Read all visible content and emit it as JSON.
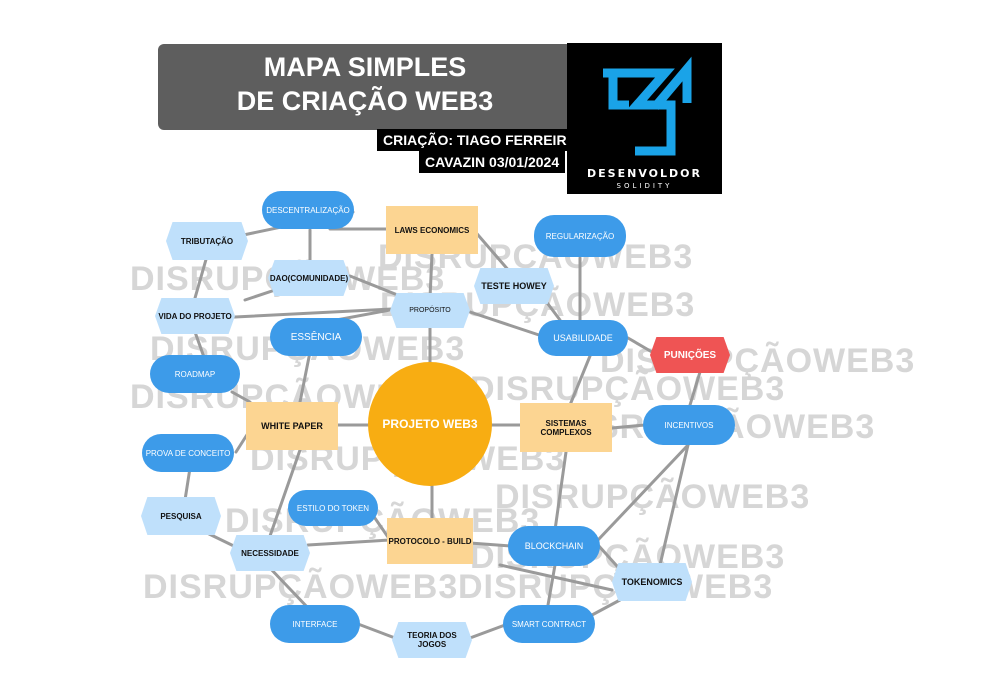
{
  "header": {
    "title_line1": "MAPA SIMPLES",
    "title_line2": "DE CRIAÇÃO WEB3",
    "credit_line1": "CRIAÇÃO: TIAGO FERREIRA",
    "credit_line2": "CAVAZIN 03/01/2024"
  },
  "logo": {
    "name": "DESENVOLDOR",
    "sub": "SOLIDITY",
    "color": "#1aa3e8"
  },
  "watermark": "DISRUPÇÃOWEB3",
  "nodes": {
    "descentralizacao": "DESCENTRALIZAÇÃO",
    "laws_economics": "LAWS ECONOMICS",
    "regularizacao": "REGULARIZAÇÃO",
    "tributacao": "TRIBUTAÇÃO",
    "dao": "DAO(COMUNIDADE)",
    "teste_howey": "TESTE HOWEY",
    "vida_projeto": "VIDA DO PROJETO",
    "proposito": "PROPÓSITO",
    "essencia": "ESSÊNCIA",
    "usabilidade": "USABILIDADE",
    "punicoes": "PUNIÇÕES",
    "roadmap": "ROADMAP",
    "projeto_web3": "PROJETO WEB3",
    "white_paper": "WHITE PAPER",
    "sistemas_complexos": "SISTEMAS COMPLEXOS",
    "incentivos": "INCENTIVOS",
    "prova_conceito": "PROVA DE CONCEITO",
    "estilo_token": "ESTILO DO TOKEN",
    "pesquisa": "PESQUISA",
    "protocolo_build": "PROTOCOLO - BUILD",
    "blockchain": "BLOCKCHAIN",
    "necessidade": "NECESSIDADE",
    "tokenomics": "TOKENOMICS",
    "interface": "INTERFACE",
    "teoria_jogos": "TEORIA DOS JOGOS",
    "smart_contract": "SMART CONTRACT"
  },
  "colors": {
    "pill": "#3d9be9",
    "hexagon": "#bfe0fb",
    "box": "#fcd592",
    "center": "#f8ad12",
    "alert": "#ef5454",
    "connector": "#9a9a9a"
  }
}
